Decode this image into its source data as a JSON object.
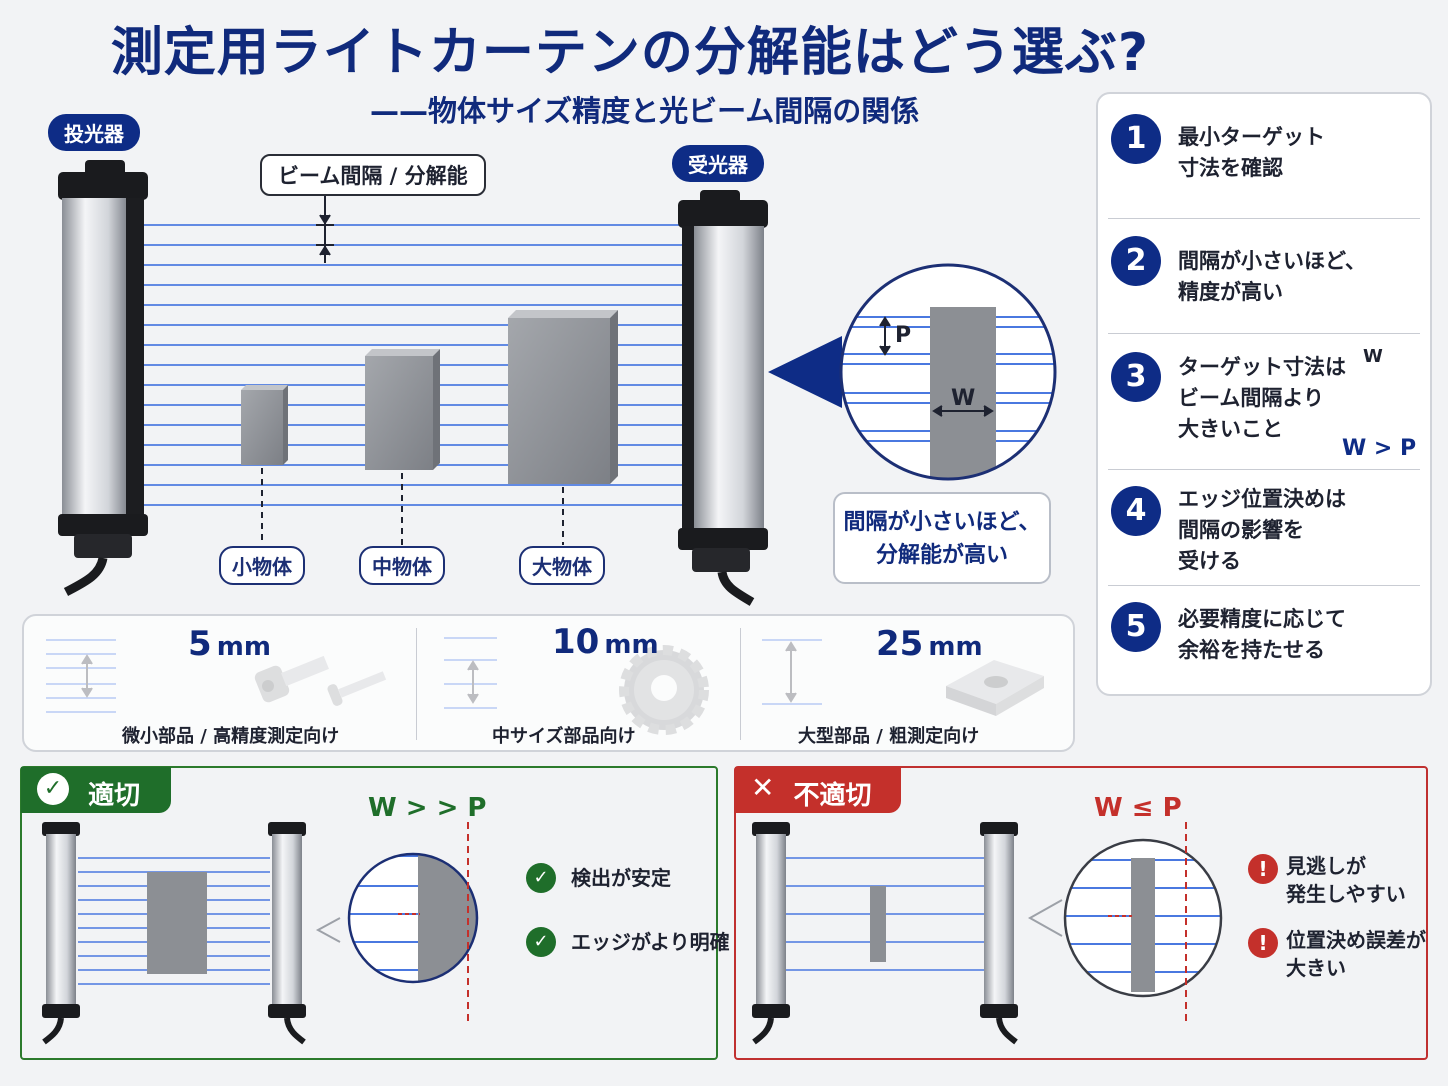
{
  "header": {
    "title": "測定用ライトカーテンの分解能はどう選ぶ?",
    "subtitle": "——物体サイズ精度と光ビーム間隔の関係"
  },
  "diagram": {
    "emitter_label": "投光器",
    "receiver_label": "受光器",
    "beam_spacing_label": "ビーム間隔 / 分解能",
    "objects": [
      "小物体",
      "中物体",
      "大物体"
    ],
    "zoom_p": "P",
    "zoom_w": "W",
    "callout": [
      "間隔が小さいほど、",
      "分解能が高い"
    ]
  },
  "steps": [
    {
      "num": "1",
      "lines": [
        "最小ターゲット",
        "寸法を確認"
      ],
      "icon": "target-icon"
    },
    {
      "num": "2",
      "lines": [
        "間隔が小さいほど、",
        "精度が高い"
      ],
      "icon": "beam-spacing-icon"
    },
    {
      "num": "3",
      "lines": [
        "ターゲット寸法は",
        "ビーム間隔より",
        "大きいこと"
      ],
      "icon": "width-block-icon",
      "w": "W",
      "rel": "W > P"
    },
    {
      "num": "4",
      "lines": [
        "エッジ位置決めは",
        "間隔の影響を",
        "受ける"
      ],
      "icon": "edge-curve-icon"
    },
    {
      "num": "5",
      "lines": [
        "必要精度に応じて",
        "余裕を持たせる"
      ],
      "icon": "check-circle-icon"
    }
  ],
  "resolutions": [
    {
      "value": "5",
      "unit": "mm",
      "caption": "微小部品 / 高精度測定向け",
      "icon": "screw-pin-icon"
    },
    {
      "value": "10",
      "unit": "mm",
      "caption": "中サイズ部品向け",
      "icon": "gear-icon"
    },
    {
      "value": "25",
      "unit": "mm",
      "caption": "大型部品 / 粗測定向け",
      "icon": "block-part-icon"
    }
  ],
  "good": {
    "label": "適切",
    "relation": "W > > P",
    "bullets": [
      "検出が安定",
      "エッジがより明確"
    ]
  },
  "bad": {
    "label": "不適切",
    "relation": "W ≤ P",
    "bullets": [
      [
        "見逃しが",
        "発生しやすい"
      ],
      [
        "位置決め誤差が",
        "大きい"
      ]
    ]
  },
  "colors": {
    "navy": "#0e2c86",
    "beam": "#4a78e0",
    "good": "#1f6e2a",
    "bad": "#c4302b"
  }
}
